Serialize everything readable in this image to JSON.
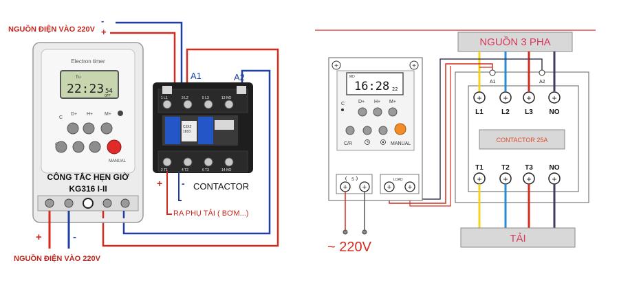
{
  "left_photo": {
    "power_top_label": "NGUỒN ĐIỆN VÀO 220V",
    "power_top_minus": "-",
    "power_top_plus": "+",
    "timer_brand": "Electron timer",
    "timer_lcd_small": "Tu",
    "timer_lcd_time": "22:23",
    "timer_lcd_seconds": "54",
    "timer_lcd_off": "OFF",
    "button_labels": [
      "C",
      "D+",
      "H+",
      "M+",
      "C/R",
      "MANUAL"
    ],
    "timer_caption_1": "CÔNG TẮC HẸN GIỜ",
    "timer_caption_2": "KG316 I-II",
    "a1_label": "A1",
    "a2_label": "A2",
    "contactor_model_1": "CJX2",
    "contactor_model_2": "1810",
    "contactor_term_top": [
      "1 L1",
      "3 L2",
      "5 L3",
      "13 NO"
    ],
    "contactor_term_bottom": [
      "2 T1",
      "4 T2",
      "6 T3",
      "14 NO"
    ],
    "contactor_plus": "+",
    "contactor_minus": "-",
    "contactor_label": "CONTACTOR",
    "load_label": "RA PHỤ TẢI ( BƠM...)",
    "power_bottom_plus": "+",
    "power_bottom_minus": "-",
    "power_bottom_label": "NGUỒN ĐIỆN VÀO 220V"
  },
  "right_diagram": {
    "timer_md": "MD",
    "timer_time": "16:28",
    "timer_seconds": "22",
    "button_labels": [
      "C",
      "D+",
      "H+",
      "M+"
    ],
    "cr_label": "C/R",
    "manual_label": "MANUAL",
    "supply_s_label": "S",
    "load_label": "LOAD",
    "supply_voltage": "~ 220V",
    "source_label": "NGUỒN 3 PHA",
    "a1_label": "A1",
    "a2_label": "A2",
    "input_terminals": [
      "L1",
      "L2",
      "L3",
      "NO"
    ],
    "contactor_label": "CONTACTOR 25A",
    "output_terminals": [
      "T1",
      "T2",
      "T3",
      "NO"
    ],
    "load_box_label": "TẢI"
  },
  "colors": {
    "red_wire": "#d42a1e",
    "blue_wire": "#1e3fa0",
    "label_red": "#c0271f",
    "yellow_wire": "#f2d418",
    "light_blue_wire": "#2a8ad6",
    "dark_wire": "#3d3d5c",
    "orange_button": "#f28c28",
    "contactor_box_text": "#e04a2a",
    "source_text": "#d43a5a"
  }
}
